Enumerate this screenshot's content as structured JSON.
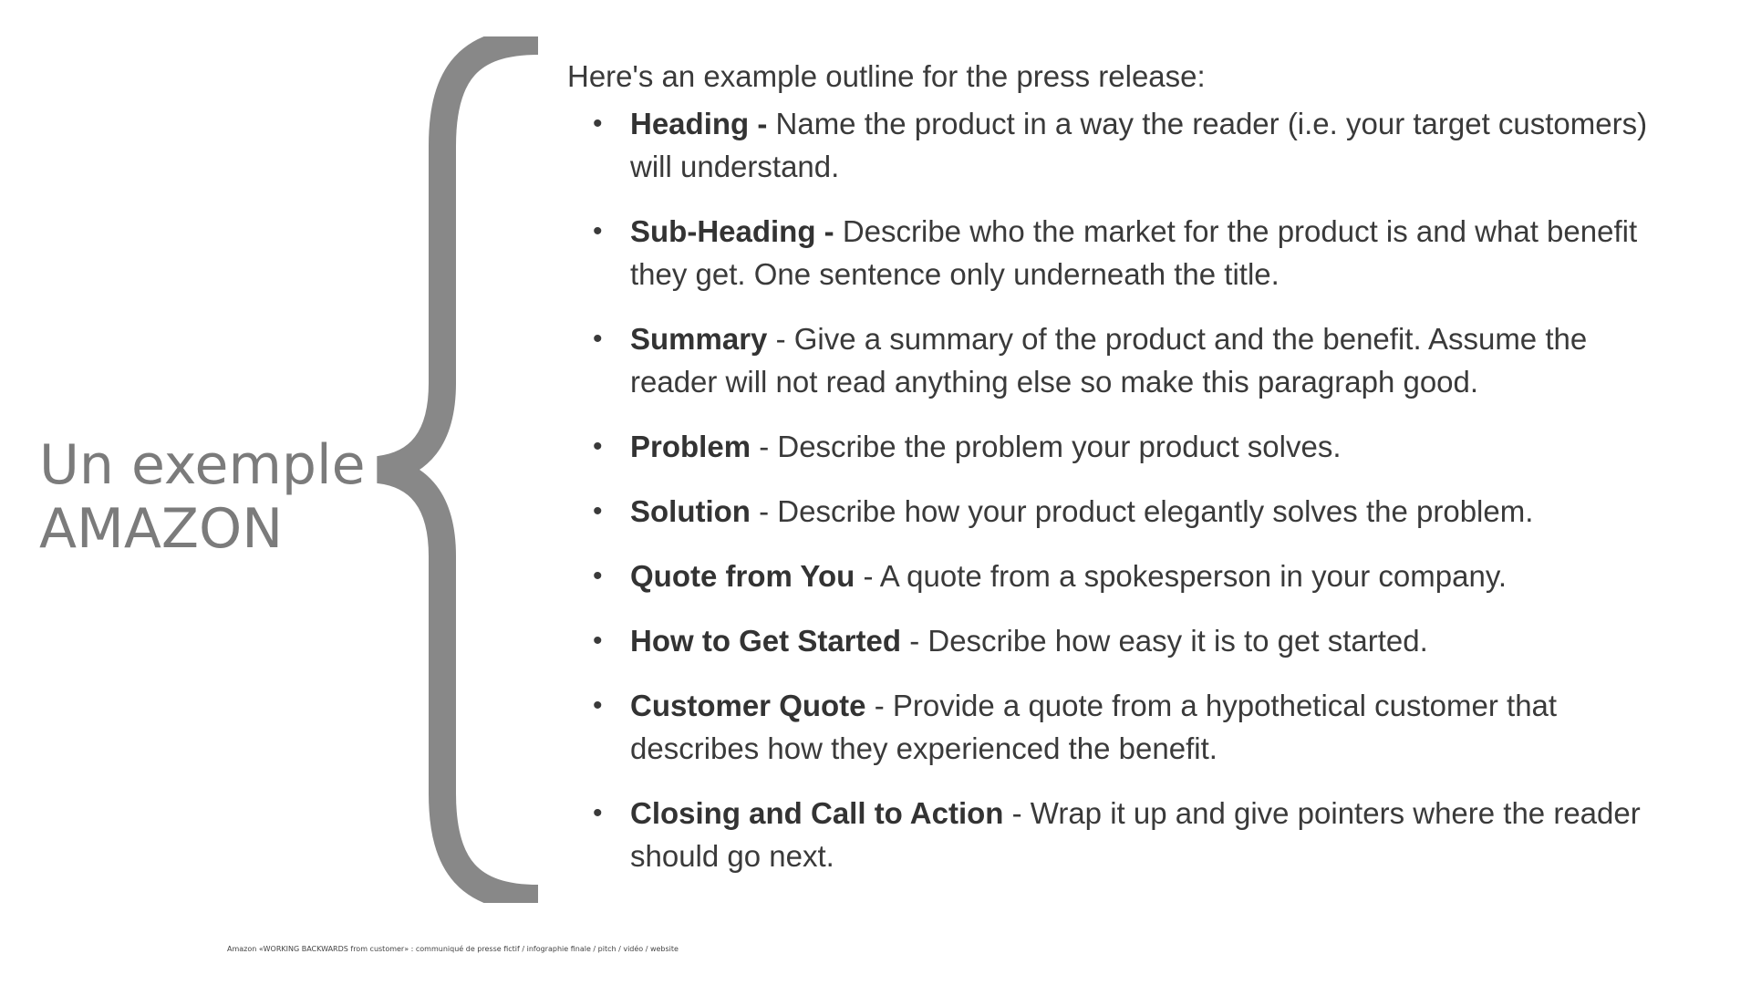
{
  "title": {
    "line1": "Un exemple",
    "line2": "AMAZON"
  },
  "colors": {
    "brace": "#888888",
    "title": "#7b7b7b",
    "text": "#3a3a3a"
  },
  "outline": {
    "intro": "Here's an example outline for the press release:",
    "items": [
      {
        "term": "Heading -",
        "desc": " Name the product in a way the reader (i.e. your target customers) will understand."
      },
      {
        "term": "Sub-Heading -",
        "desc": " Describe who the market for the product is and what benefit they get. One sentence only underneath the title."
      },
      {
        "term": "Summary",
        "desc": " - Give a summary of the product and the benefit. Assume the reader will not read anything else so make this paragraph good."
      },
      {
        "term": "Problem",
        "desc": " - Describe the problem your product solves."
      },
      {
        "term": "Solution",
        "desc": " - Describe how your product elegantly solves the problem."
      },
      {
        "term": "Quote from You",
        "desc": " - A quote from a spokesperson in your company."
      },
      {
        "term": "How to Get Started",
        "desc": " - Describe how easy it is to get started."
      },
      {
        "term": "Customer Quote",
        "desc": " - Provide a quote from a hypothetical customer that describes how they experienced the benefit."
      },
      {
        "term": "Closing and Call to Action",
        "desc": " - Wrap it up and give pointers where the reader should go next."
      }
    ]
  },
  "footnote": "Amazon «WORKING BACKWARDS from customer» : communiqué de presse fictif / infographie finale / pitch / vidéo / website"
}
